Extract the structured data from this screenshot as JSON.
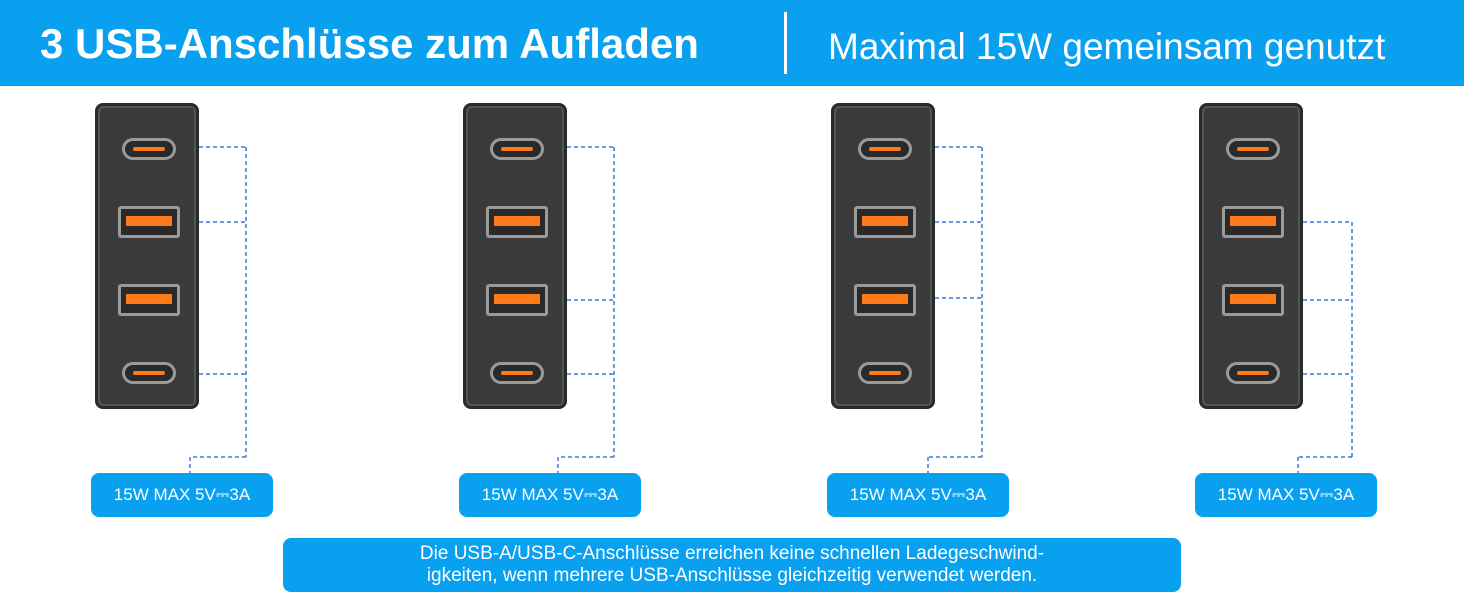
{
  "header": {
    "title": "3 USB-Anschlüsse zum Aufladen",
    "subtitle": "Maximal 15W gemeinsam genutzt"
  },
  "panels": [
    {
      "badge": "15W MAX 5V⎓3A",
      "connected_ports": [
        "usb-c-1",
        "usb-a-1",
        "usb-c-2"
      ]
    },
    {
      "badge": "15W MAX 5V⎓3A",
      "connected_ports": [
        "usb-c-1",
        "usb-a-2",
        "usb-c-2"
      ]
    },
    {
      "badge": "15W MAX 5V⎓3A",
      "connected_ports": [
        "usb-c-1",
        "usb-a-1",
        "usb-a-2"
      ]
    },
    {
      "badge": "15W MAX 5V⎓3A",
      "connected_ports": [
        "usb-a-1",
        "usb-a-2",
        "usb-c-2"
      ]
    }
  ],
  "note": {
    "line1": "Die USB-A/USB-C-Anschlüsse erreichen keine schnellen Ladegeschwind-",
    "line2": "igkeiten, wenn mehrere USB-Anschlüsse gleichzeitig verwendet werden."
  },
  "colors": {
    "accent": "#0aa0f0",
    "port_highlight": "#ff7a1a",
    "charger_body": "#3a3a3a",
    "dashed_line": "#3a7bd5"
  }
}
